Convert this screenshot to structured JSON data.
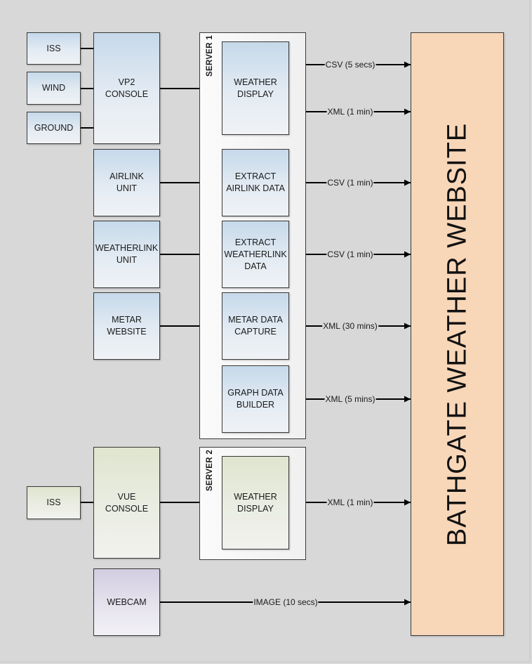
{
  "diagram": {
    "title": "BATHGATE WEATHER WEBSITE",
    "colors": {
      "background": "#d8d8d8",
      "website_fill": "#f8d6b8",
      "station1_fill": "#c6d9ea",
      "station2_fill": "#dfe5cf",
      "webcam_fill": "#d2cde0",
      "server_fill": "#f5f5f5",
      "line": "#000000"
    },
    "sensors_vp2": [
      {
        "label": "ISS"
      },
      {
        "label": "WIND"
      },
      {
        "label": "GROUND"
      }
    ],
    "vp2_console": {
      "label": "VP2\nCONSOLE"
    },
    "airlink_unit": {
      "label": "AIRLINK\nUNIT"
    },
    "weatherlink_unit": {
      "label": "WEATHERLINK\nUNIT"
    },
    "metar_website": {
      "label": "METAR\nWEBSITE"
    },
    "server1": {
      "label": "SERVER 1",
      "processes": [
        {
          "label": "WEATHER\nDISPLAY"
        },
        {
          "label": "EXTRACT\nAIRLINK DATA"
        },
        {
          "label": "EXTRACT\nWEATHERLINK\nDATA"
        },
        {
          "label": "METAR DATA\nCAPTURE"
        },
        {
          "label": "GRAPH DATA\nBUILDER"
        }
      ]
    },
    "sensor_vue": {
      "label": "ISS"
    },
    "vue_console": {
      "label": "VUE\nCONSOLE"
    },
    "server2": {
      "label": "SERVER 2",
      "processes": [
        {
          "label": "WEATHER\nDISPLAY"
        }
      ]
    },
    "webcam": {
      "label": "WEBCAM"
    },
    "flows": [
      {
        "label": "CSV (5 secs)"
      },
      {
        "label": "XML (1 min)"
      },
      {
        "label": "CSV (1 min)"
      },
      {
        "label": "CSV (1 min)"
      },
      {
        "label": "XML (30 mins)"
      },
      {
        "label": "XML (5 mins)"
      },
      {
        "label": "XML (1 min)"
      },
      {
        "label": "IMAGE (10 secs)"
      }
    ]
  }
}
